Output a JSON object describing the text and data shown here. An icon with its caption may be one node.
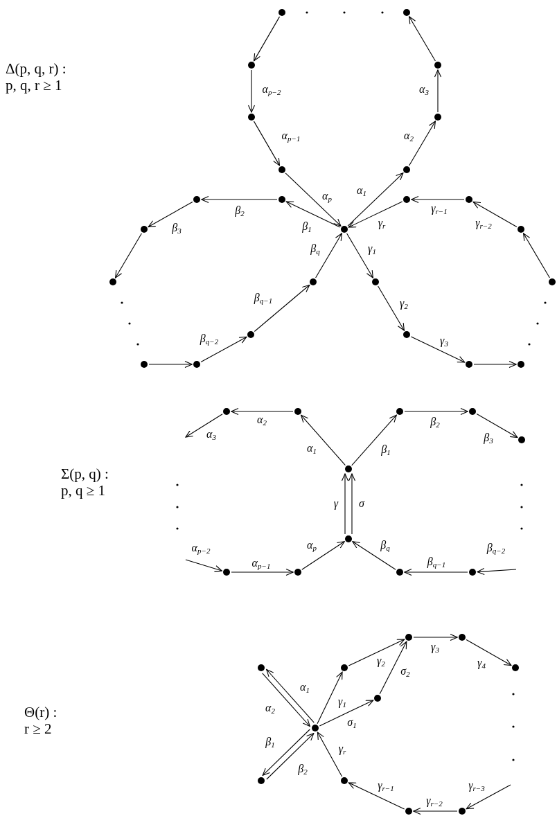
{
  "diagram": {
    "nodes": [
      {
        "text": [],
        "shape": "circle"
      },
      {
        "text": [],
        "shape": "circle"
      },
      {
        "text": [],
        "shape": "circle"
      },
      {
        "text": [],
        "shape": "circle"
      },
      {
        "text": [],
        "shape": "circle"
      },
      {
        "text": [],
        "shape": "circle"
      },
      {
        "text": [],
        "shape": "circle"
      },
      {
        "text": [],
        "shape": "circle"
      },
      {
        "text": [],
        "shape": "circle"
      },
      {
        "text": [],
        "shape": "circle"
      },
      {
        "text": [],
        "shape": "circle"
      },
      {
        "text": [],
        "shape": "circle"
      },
      {
        "text": [],
        "shape": "circle"
      },
      {
        "text": [],
        "shape": "circle"
      },
      {
        "text": [],
        "shape": "circle"
      },
      {
        "text": [],
        "shape": "circle"
      },
      {
        "text": [],
        "shape": "circle"
      },
      {
        "text": [],
        "shape": "circle"
      },
      {
        "text": [],
        "shape": "circle"
      },
      {
        "text": [],
        "shape": "circle"
      },
      {
        "text": [],
        "shape": "circle"
      },
      {
        "text": [],
        "shape": "circle"
      },
      {
        "text": [],
        "shape": "circle"
      },
      {
        "text": [],
        "shape": "circle"
      },
      {
        "text": [],
        "shape": "circle"
      },
      {
        "text": [],
        "shape": "circle"
      },
      {
        "text": [],
        "shape": "circle"
      },
      {
        "text": [],
        "shape": "circle"
      },
      {
        "text": [],
        "shape": "circle"
      },
      {
        "text": [],
        "shape": "circle"
      },
      {
        "text": [],
        "shape": "circle"
      },
      {
        "text": [],
        "shape": "circle"
      },
      {
        "text": [],
        "shape": "circle"
      },
      {
        "text": [],
        "shape": "circle"
      },
      {
        "text": [],
        "shape": "circle"
      },
      {
        "text": [],
        "shape": "circle"
      },
      {
        "text": [],
        "shape": "circle"
      },
      {
        "text": [],
        "shape": "circle"
      },
      {
        "text": [],
        "shape": "circle"
      },
      {
        "text": [],
        "shape": "circle"
      },
      {
        "text": [],
        "shape": "circle"
      },
      {
        "text": [],
        "shape": "circle"
      },
      {
        "text": [],
        "shape": "circle"
      },
      {
        "text": [],
        "shape": "circle"
      },
      {
        "text": [],
        "shape": "circle"
      },
      {
        "text": [],
        "shape": "circle"
      },
      {
        "text": [],
        "shape": "circle"
      }
    ],
    "edges": [
      {
        "from": 0,
        "to": 2,
        "arrow": "to"
      },
      {
        "from": 2,
        "to": 3,
        "arrow": "to",
        "label": "α$_{p−2}$"
      },
      {
        "from": 3,
        "to": 4,
        "arrow": "to",
        "label": "α$_{p−1}$"
      },
      {
        "from": 4,
        "to": 5,
        "arrow": "to",
        "label": "α$_{p}$"
      },
      {
        "from": 5,
        "to": 6,
        "arrow": "to",
        "label": "α$_{1}$"
      },
      {
        "from": 6,
        "to": 7,
        "arrow": "to",
        "label": "α$_{2}$"
      },
      {
        "from": 7,
        "to": 8,
        "arrow": "to",
        "label": "α$_{3}$"
      },
      {
        "from": 8,
        "to": 1,
        "arrow": "to"
      },
      {
        "from": 5,
        "to": 9,
        "arrow": "to",
        "label": "β$_{1}$"
      },
      {
        "from": 9,
        "to": 10,
        "arrow": "to",
        "label": "β$_{2}$"
      },
      {
        "from": 10,
        "to": 11,
        "arrow": "to",
        "label": "β$_{3}$"
      },
      {
        "from": 11,
        "to": 12,
        "arrow": "to"
      },
      {
        "from": 13,
        "to": 14,
        "arrow": "to"
      },
      {
        "from": 14,
        "to": 15,
        "arrow": "to",
        "label": "β$_{q−2}$"
      },
      {
        "from": 15,
        "to": 16,
        "arrow": "to",
        "label": "β$_{q−1}$"
      },
      {
        "from": 16,
        "to": 5,
        "arrow": "to",
        "label": "β$_{q}$"
      },
      {
        "from": 5,
        "to": 21,
        "arrow": "to",
        "label": "γ$_{1}$"
      },
      {
        "from": 21,
        "to": 22,
        "arrow": "to",
        "label": "γ$_{2}$"
      },
      {
        "from": 22,
        "to": 23,
        "arrow": "to",
        "label": "γ$_{3}$"
      },
      {
        "from": 23,
        "to": 24,
        "arrow": "to"
      },
      {
        "from": 20,
        "to": 19,
        "arrow": "to"
      },
      {
        "from": 19,
        "to": 18,
        "arrow": "to",
        "label": "γ$_{r−2}$"
      },
      {
        "from": 18,
        "to": 17,
        "arrow": "to",
        "label": "γ$_{r−1}$"
      },
      {
        "from": 17,
        "to": 5,
        "arrow": "to",
        "label": "γ$_{r}$"
      },
      {
        "from": 30,
        "to": 26,
        "arrow": "to",
        "label": "α$_{1}$"
      },
      {
        "from": 26,
        "to": 25,
        "arrow": "to",
        "label": "α$_{2}$"
      },
      {
        "from": 25,
        "to": null,
        "arrow": "to",
        "label": "α$_{3}$"
      },
      {
        "from": 30,
        "to": 27,
        "arrow": "to",
        "label": "β$_{1}$"
      },
      {
        "from": 27,
        "to": 28,
        "arrow": "to",
        "label": "β$_{2}$"
      },
      {
        "from": 28,
        "to": 29,
        "arrow": "to",
        "label": "β$_{3}$"
      },
      {
        "from": 31,
        "to": 30,
        "arrow": "to",
        "label": "γ"
      },
      {
        "from": 31,
        "to": 30,
        "arrow": "to",
        "label": "σ"
      },
      {
        "from": 33,
        "to": 31,
        "arrow": "to",
        "label": "α$_{p}$"
      },
      {
        "from": 32,
        "to": 33,
        "arrow": "to",
        "label": "α$_{p−1}$"
      },
      {
        "from": null,
        "to": 32,
        "arrow": "to",
        "label": "α$_{p−2}$"
      },
      {
        "from": 34,
        "to": 31,
        "arrow": "to",
        "label": "β$_{q}$"
      },
      {
        "from": 35,
        "to": 34,
        "arrow": "to",
        "label": "β$_{q−1}$"
      },
      {
        "from": null,
        "to": 35,
        "arrow": "to",
        "label": "β$_{q−2}$"
      },
      {
        "from": 42,
        "to": 36,
        "arrow": "to",
        "label": "α$_{1}$"
      },
      {
        "from": 36,
        "to": 42,
        "arrow": "to",
        "label": "α$_{2}$"
      },
      {
        "from": 42,
        "to": 43,
        "arrow": "to",
        "label": "β$_{1}$"
      },
      {
        "from": 43,
        "to": 42,
        "arrow": "to",
        "label": "β$_{2}$"
      },
      {
        "from": 42,
        "to": 37,
        "arrow": "to",
        "label": "γ$_{1}$"
      },
      {
        "from": 37,
        "to": 38,
        "arrow": "to",
        "label": "γ$_{2}$"
      },
      {
        "from": 38,
        "to": 39,
        "arrow": "to",
        "label": "γ$_{3}$"
      },
      {
        "from": 39,
        "to": 40,
        "arrow": "to",
        "label": "γ$_{4}$"
      },
      {
        "from": 42,
        "to": 41,
        "arrow": "to",
        "label": "σ$_{1}$"
      },
      {
        "from": 41,
        "to": 38,
        "arrow": "to",
        "label": "σ$_{2}$"
      },
      {
        "from": 44,
        "to": 42,
        "arrow": "to",
        "label": "γ$_{r}$"
      },
      {
        "from": 45,
        "to": 44,
        "arrow": "to",
        "label": "γ$_{r−1}$"
      },
      {
        "from": 46,
        "to": 45,
        "arrow": "to",
        "label": "γ$_{r−2}$"
      },
      {
        "from": null,
        "to": 46,
        "arrow": "to",
        "label": "γ$_{r−3}$"
      }
    ],
    "labels": [
      "Δ(p, q, r) :",
      "p, q, r ≥ 1",
      "Σ(p, q) :",
      "p, q ≥ 1",
      "Θ(r) :",
      "r ≥ 2"
    ]
  }
}
